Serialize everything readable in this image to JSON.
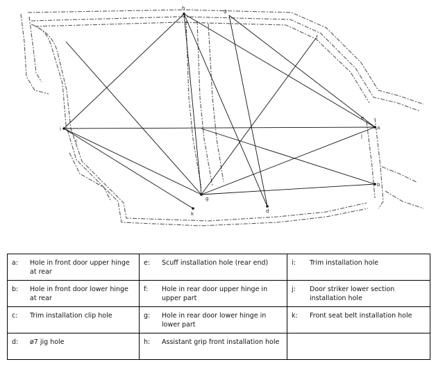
{
  "diagram": {
    "point_labels": [
      "h",
      "g",
      "f",
      "i",
      "a",
      "e",
      "j",
      "b",
      "k",
      "c",
      "g",
      "d"
    ]
  },
  "legend": {
    "rows": [
      [
        {
          "key": "a:",
          "text": "Hole in front door upper hinge at rear"
        },
        {
          "key": "e:",
          "text": "Scuff installation hole (rear end)"
        },
        {
          "key": "i:",
          "text": "Trim installation hole"
        }
      ],
      [
        {
          "key": "b:",
          "text": "Hole in front door lower hinge at rear"
        },
        {
          "key": "f:",
          "text": "Hole in rear door upper hinge in upper part"
        },
        {
          "key": "j:",
          "text": "Door striker lower section installation hole"
        }
      ],
      [
        {
          "key": "c:",
          "text": "Trim installation clip hole"
        },
        {
          "key": "g:",
          "text": "Hole in rear door lower hinge in lower part"
        },
        {
          "key": "k:",
          "text": "Front seat belt installation hole"
        }
      ],
      [
        {
          "key": "d:",
          "text": "ø7 jig hole"
        },
        {
          "key": "h:",
          "text": "Assistant grip front installation hole"
        },
        {
          "key": "",
          "text": ""
        }
      ]
    ]
  }
}
